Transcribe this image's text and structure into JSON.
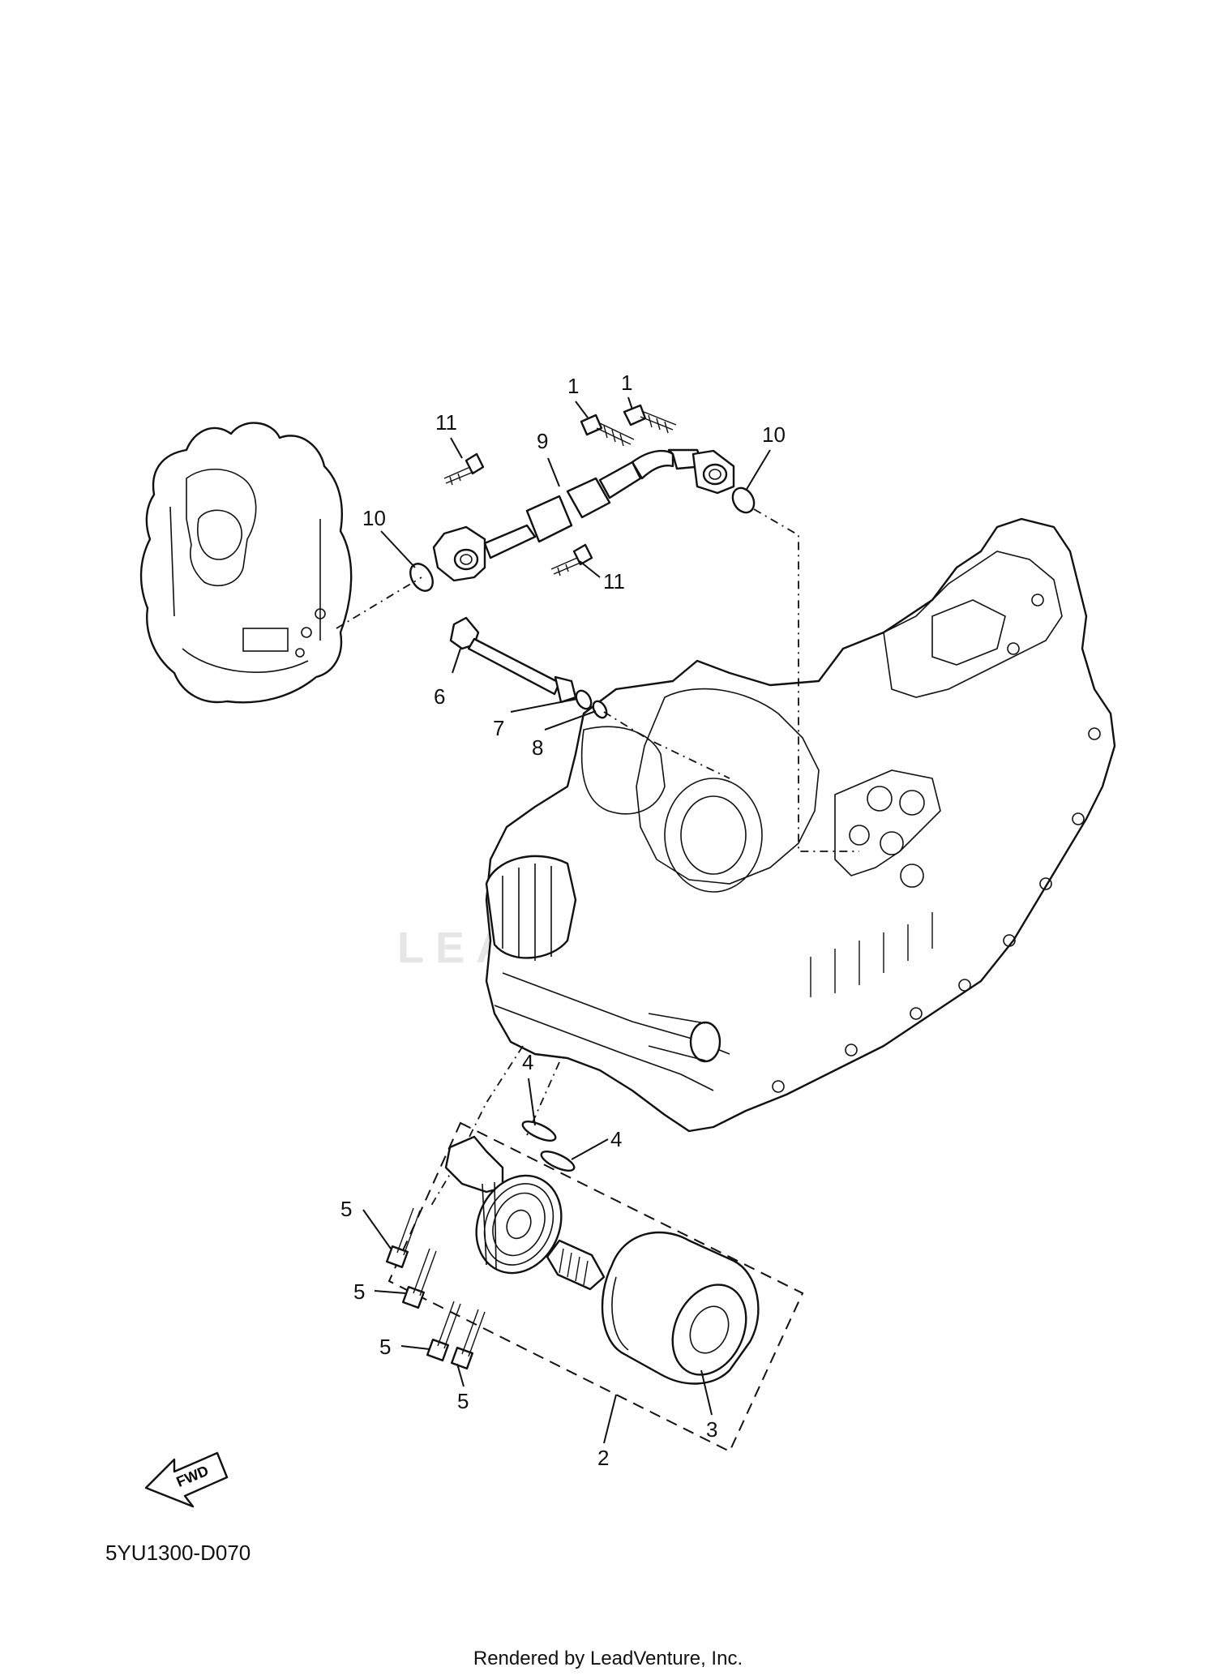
{
  "diagram": {
    "code": "5YU1300-D070",
    "credit": "Rendered by LeadVenture, Inc.",
    "watermark": "LEADVENTURE",
    "fwd_label": "FWD"
  },
  "callouts": [
    {
      "id": "c1a",
      "label": "1"
    },
    {
      "id": "c1b",
      "label": "1"
    },
    {
      "id": "c11a",
      "label": "11"
    },
    {
      "id": "c9",
      "label": "9"
    },
    {
      "id": "c10a",
      "label": "10"
    },
    {
      "id": "c10b",
      "label": "10"
    },
    {
      "id": "c11b",
      "label": "11"
    },
    {
      "id": "c6",
      "label": "6"
    },
    {
      "id": "c7",
      "label": "7"
    },
    {
      "id": "c8",
      "label": "8"
    },
    {
      "id": "c4a",
      "label": "4"
    },
    {
      "id": "c4b",
      "label": "4"
    },
    {
      "id": "c5a",
      "label": "5"
    },
    {
      "id": "c5b",
      "label": "5"
    },
    {
      "id": "c5c",
      "label": "5"
    },
    {
      "id": "c5d",
      "label": "5"
    },
    {
      "id": "c3",
      "label": "3"
    },
    {
      "id": "c2",
      "label": "2"
    }
  ]
}
